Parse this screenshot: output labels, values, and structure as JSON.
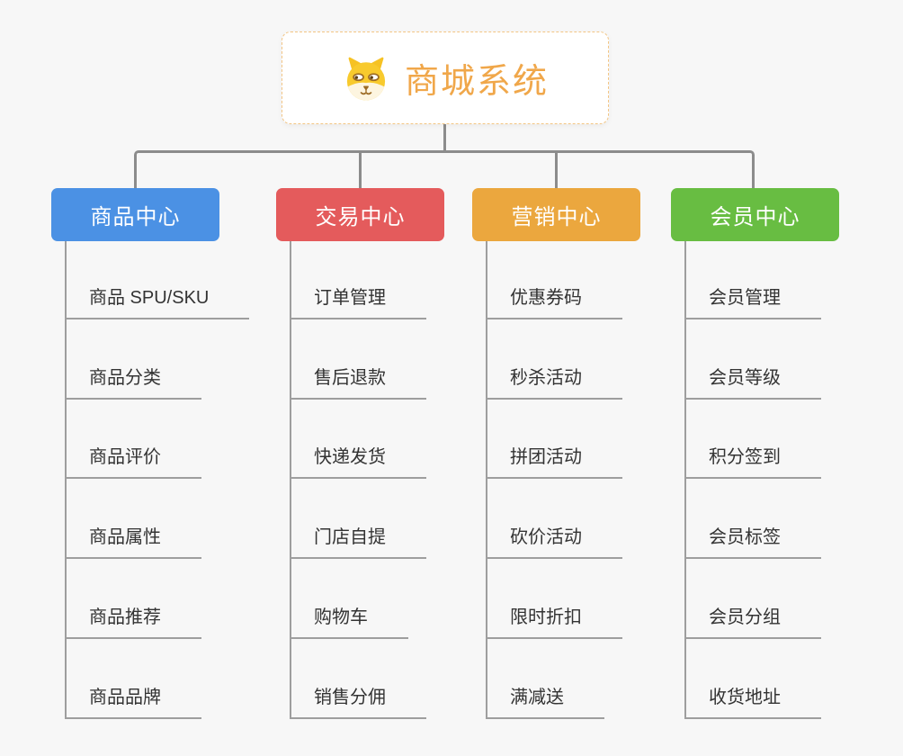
{
  "canvas": {
    "background": "#f7f7f7",
    "connector_color": "#8c8c8c",
    "leaf_line_color": "#9e9e9e"
  },
  "root": {
    "title": "商城系统",
    "icon": "dog-face-icon",
    "text_color": "#f0a74a",
    "border_color": "#f3c583"
  },
  "branches": [
    {
      "label": "商品中心",
      "color": "#4b91e4",
      "children": [
        "商品 SPU/SKU",
        "商品分类",
        "商品评价",
        "商品属性",
        "商品推荐",
        "商品品牌"
      ]
    },
    {
      "label": "交易中心",
      "color": "#e45b5c",
      "children": [
        "订单管理",
        "售后退款",
        "快递发货",
        "门店自提",
        "购物车",
        "销售分佣"
      ]
    },
    {
      "label": "营销中心",
      "color": "#eba73e",
      "children": [
        "优惠券码",
        "秒杀活动",
        "拼团活动",
        "砍价活动",
        "限时折扣",
        "满减送"
      ]
    },
    {
      "label": "会员中心",
      "color": "#68bd42",
      "children": [
        "会员管理",
        "会员等级",
        "积分签到",
        "会员标签",
        "会员分组",
        "收货地址"
      ]
    }
  ]
}
